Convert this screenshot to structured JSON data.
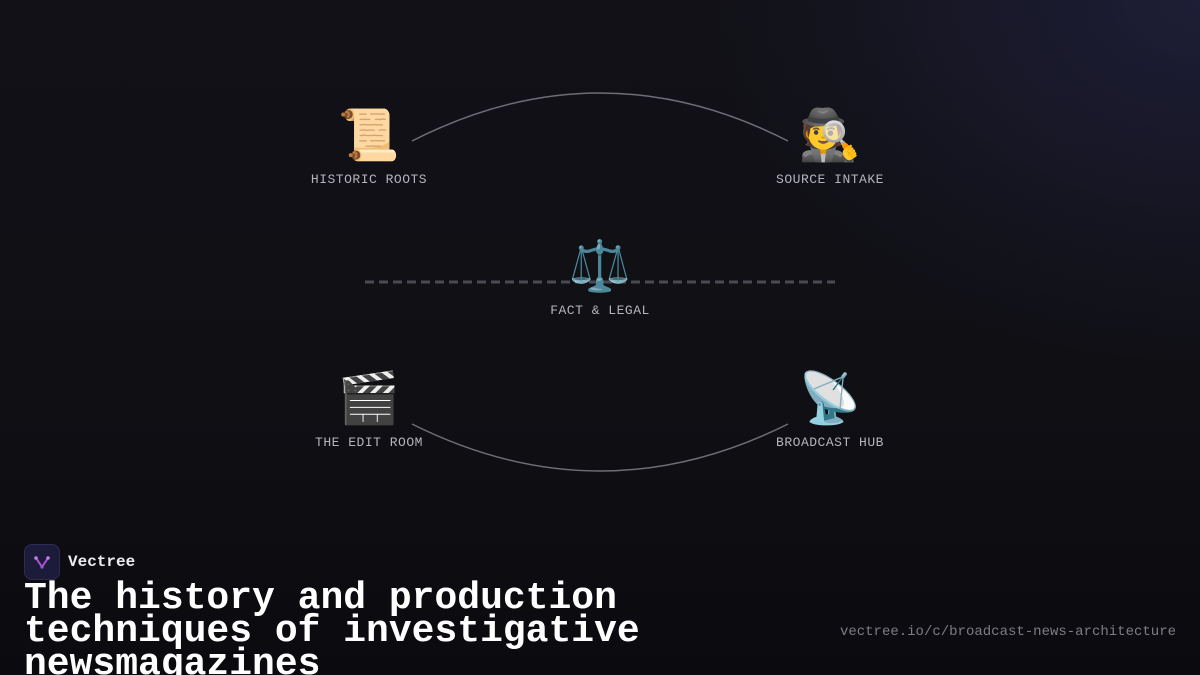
{
  "diagram": {
    "nodes": [
      {
        "id": "historic-roots",
        "icon": "scroll-icon",
        "emoji": "📜",
        "label": "HISTORIC ROOTS"
      },
      {
        "id": "source-intake",
        "icon": "detective-icon",
        "emoji": "🕵️",
        "label": "SOURCE INTAKE"
      },
      {
        "id": "fact-legal",
        "icon": "balance-scale-icon",
        "emoji": "⚖️",
        "label": "FACT & LEGAL"
      },
      {
        "id": "edit-room",
        "icon": "clapperboard-icon",
        "emoji": "🎬",
        "label": "THE EDIT ROOM"
      },
      {
        "id": "broadcast-hub",
        "icon": "satellite-dish-icon",
        "emoji": "📡",
        "label": "BROADCAST HUB"
      }
    ]
  },
  "brand": {
    "name": "Vectree",
    "icon": "vectree-logo-icon",
    "accent_color": "#b04fd6"
  },
  "title": "The history and production techniques of investigative newsmagazines",
  "url": "vectree.io/c/broadcast-news-architecture"
}
